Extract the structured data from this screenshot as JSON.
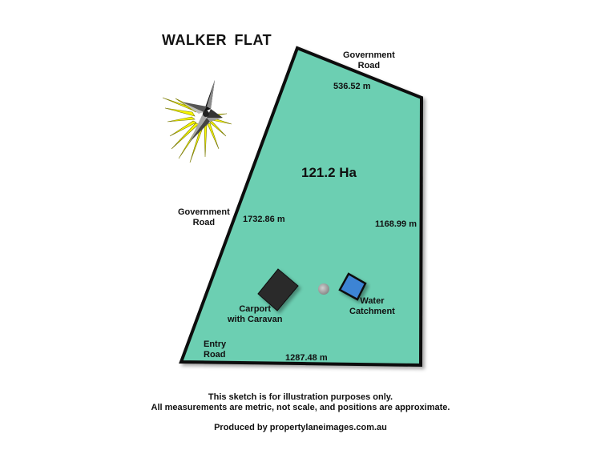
{
  "title": "WALKER  FLAT",
  "roads": {
    "top": [
      "Government",
      "Road"
    ],
    "left": [
      "Government",
      "Road"
    ]
  },
  "area": "121.2 Ha",
  "measurements": {
    "top": "536.52 m",
    "left": "1732.86 m",
    "right": "1168.99 m",
    "bottom": "1287.48 m"
  },
  "features": {
    "carport": [
      "Carport",
      "with Caravan"
    ],
    "water": [
      "Water",
      "Catchment"
    ],
    "entry": [
      "Entry",
      "Road"
    ]
  },
  "footer": {
    "line1": "This sketch is for illustration purposes only.",
    "line2": "All measurements are metric, not scale, and positions are approximate.",
    "credit": "Produced by propertylaneimages.com.au"
  },
  "colors": {
    "land": "#6ccfb2",
    "water": "#3d84d4",
    "carport": "#2a2a2a",
    "compass_rays": "#f6f600"
  },
  "icons": [
    "compass-star-icon"
  ]
}
